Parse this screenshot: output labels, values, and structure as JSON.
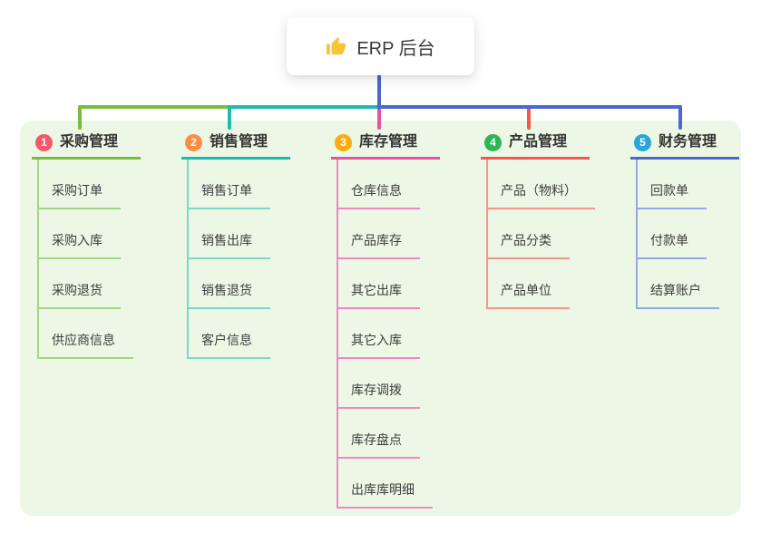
{
  "root": {
    "icon": "thumbs-up-icon",
    "label": "ERP 后台"
  },
  "colors": {
    "stem_blue": "#4c68cf",
    "panel_bg": "#ecf7e6",
    "thumb_yellow": "#f7c437"
  },
  "branches": [
    {
      "num": "1",
      "title": "采购管理",
      "badge": "#f2596b",
      "accent": "#78bd3f",
      "child_accent": "#a8d487",
      "children": [
        "采购订单",
        "采购入库",
        "采购退货",
        "供应商信息"
      ]
    },
    {
      "num": "2",
      "title": "销售管理",
      "badge": "#fb8e44",
      "accent": "#1cbcaa",
      "child_accent": "#7ed7ca",
      "children": [
        "销售订单",
        "销售出库",
        "销售退货",
        "客户信息"
      ]
    },
    {
      "num": "3",
      "title": "库存管理",
      "badge": "#fbab11",
      "accent": "#e7519f",
      "child_accent": "#f087c3",
      "children": [
        "仓库信息",
        "产品库存",
        "其它出库",
        "其它入库",
        "库存调拨",
        "库存盘点",
        "出库库明细"
      ]
    },
    {
      "num": "4",
      "title": "产品管理",
      "badge": "#31b457",
      "accent": "#f5564e",
      "child_accent": "#f8938d",
      "children": [
        "产品（物料）",
        "产品分类",
        "产品单位"
      ]
    },
    {
      "num": "5",
      "title": "财务管理",
      "badge": "#29a6dc",
      "accent": "#4c68cf",
      "child_accent": "#93a8e0",
      "children": [
        "回款单",
        "付款单",
        "结算账户"
      ]
    }
  ]
}
